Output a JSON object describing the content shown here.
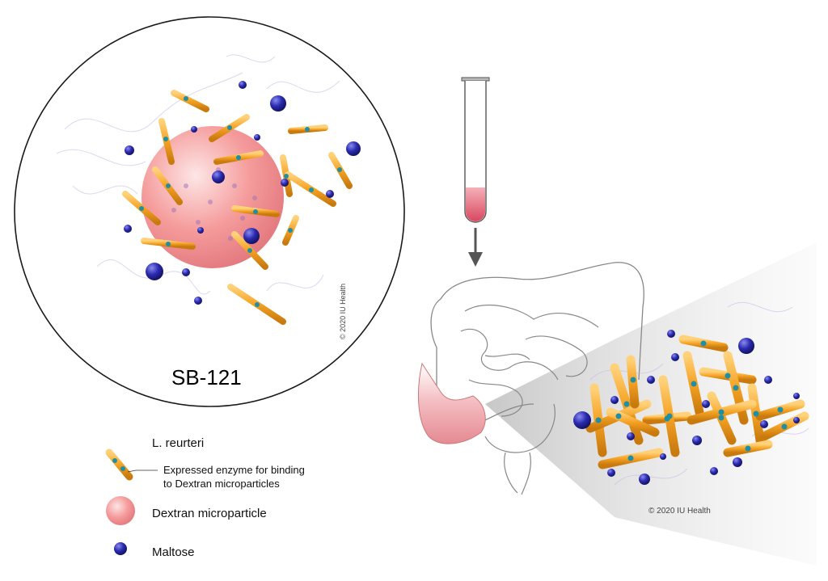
{
  "title": "SB-121",
  "copyright_circle": "© 2020 IU Health",
  "copyright_gut": "© 2020 IU Health",
  "legend": {
    "bacteria_label": "L. reurteri",
    "enzyme_line1": "Expressed enzyme for binding",
    "enzyme_line2": "to Dextran microparticles",
    "microparticle_label": "Dextran microparticle",
    "maltose_label": "Maltose"
  },
  "colors": {
    "bacteria": "#f2a42a",
    "enzyme": "#1f8fa6",
    "maltose": "#2b2bb0",
    "microparticle": "#f4a2a2",
    "smoke": "#c9b3e6",
    "liquid": "#e15b6e"
  }
}
